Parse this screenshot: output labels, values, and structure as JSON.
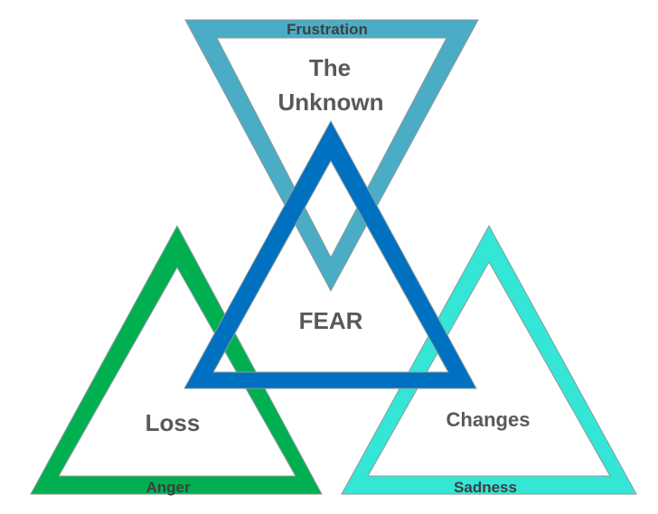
{
  "diagram": {
    "colors": {
      "unknown": "#4bacc6",
      "fear": "#0070c0",
      "loss": "#00b050",
      "changes": "#33e6d6",
      "edge": "#8a9a9a",
      "text": "#595959"
    },
    "labels": {
      "frustration": "Frustration",
      "unknown_line1": "The",
      "unknown_line2": "Unknown",
      "fear": "FEAR",
      "loss": "Loss",
      "changes": "Changes",
      "anger": "Anger",
      "sadness": "Sadness"
    }
  }
}
